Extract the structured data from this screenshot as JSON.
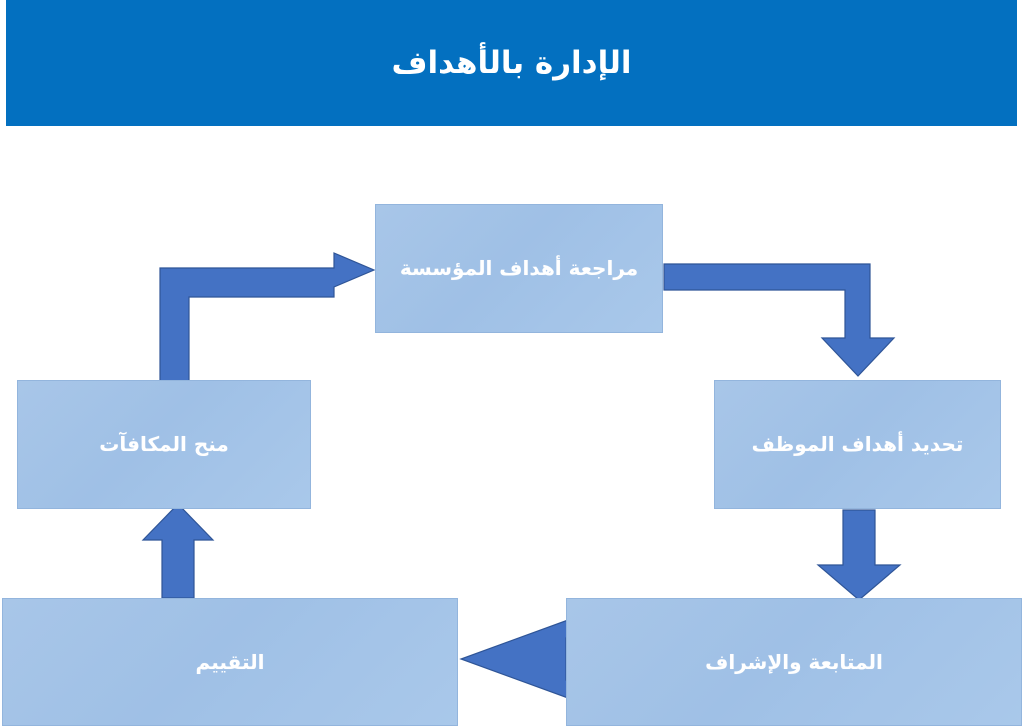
{
  "header": {
    "title": "الإدارة بالأهداف",
    "background_color": "#0370C0",
    "text_color": "#ffffff"
  },
  "theme": {
    "box_fill": "#a8c6e8",
    "box_border": "#93b5dd",
    "box_text_color": "#ffffff",
    "arrow_fill": "#4472C4",
    "arrow_border": "#2F5597",
    "page_background": "#ffffff"
  },
  "diagram": {
    "type": "cycle-flowchart",
    "direction": "rtl",
    "nodes": [
      {
        "id": "review",
        "label": "مراجعة أهداف المؤسسة",
        "position": "top"
      },
      {
        "id": "employee",
        "label": "تحديد أهداف الموظف",
        "position": "right"
      },
      {
        "id": "follow",
        "label": "المتابعة والإشراف",
        "position": "bottom-right"
      },
      {
        "id": "evaluate",
        "label": "التقييم",
        "position": "bottom-left"
      },
      {
        "id": "reward",
        "label": "منح المكافآت",
        "position": "left"
      }
    ],
    "connectors": [
      {
        "id": "review-to-employee",
        "from": "review",
        "to": "employee",
        "shape": "elbow-right-down",
        "direction": "down"
      },
      {
        "id": "employee-to-follow",
        "from": "employee",
        "to": "follow",
        "shape": "straight-down",
        "direction": "down"
      },
      {
        "id": "follow-to-evaluate",
        "from": "follow",
        "to": "evaluate",
        "shape": "straight-left",
        "direction": "left"
      },
      {
        "id": "evaluate-to-reward",
        "from": "evaluate",
        "to": "reward",
        "shape": "straight-up",
        "direction": "up"
      },
      {
        "id": "reward-to-review",
        "from": "reward",
        "to": "review",
        "shape": "elbow-up-right",
        "direction": "right"
      }
    ]
  }
}
